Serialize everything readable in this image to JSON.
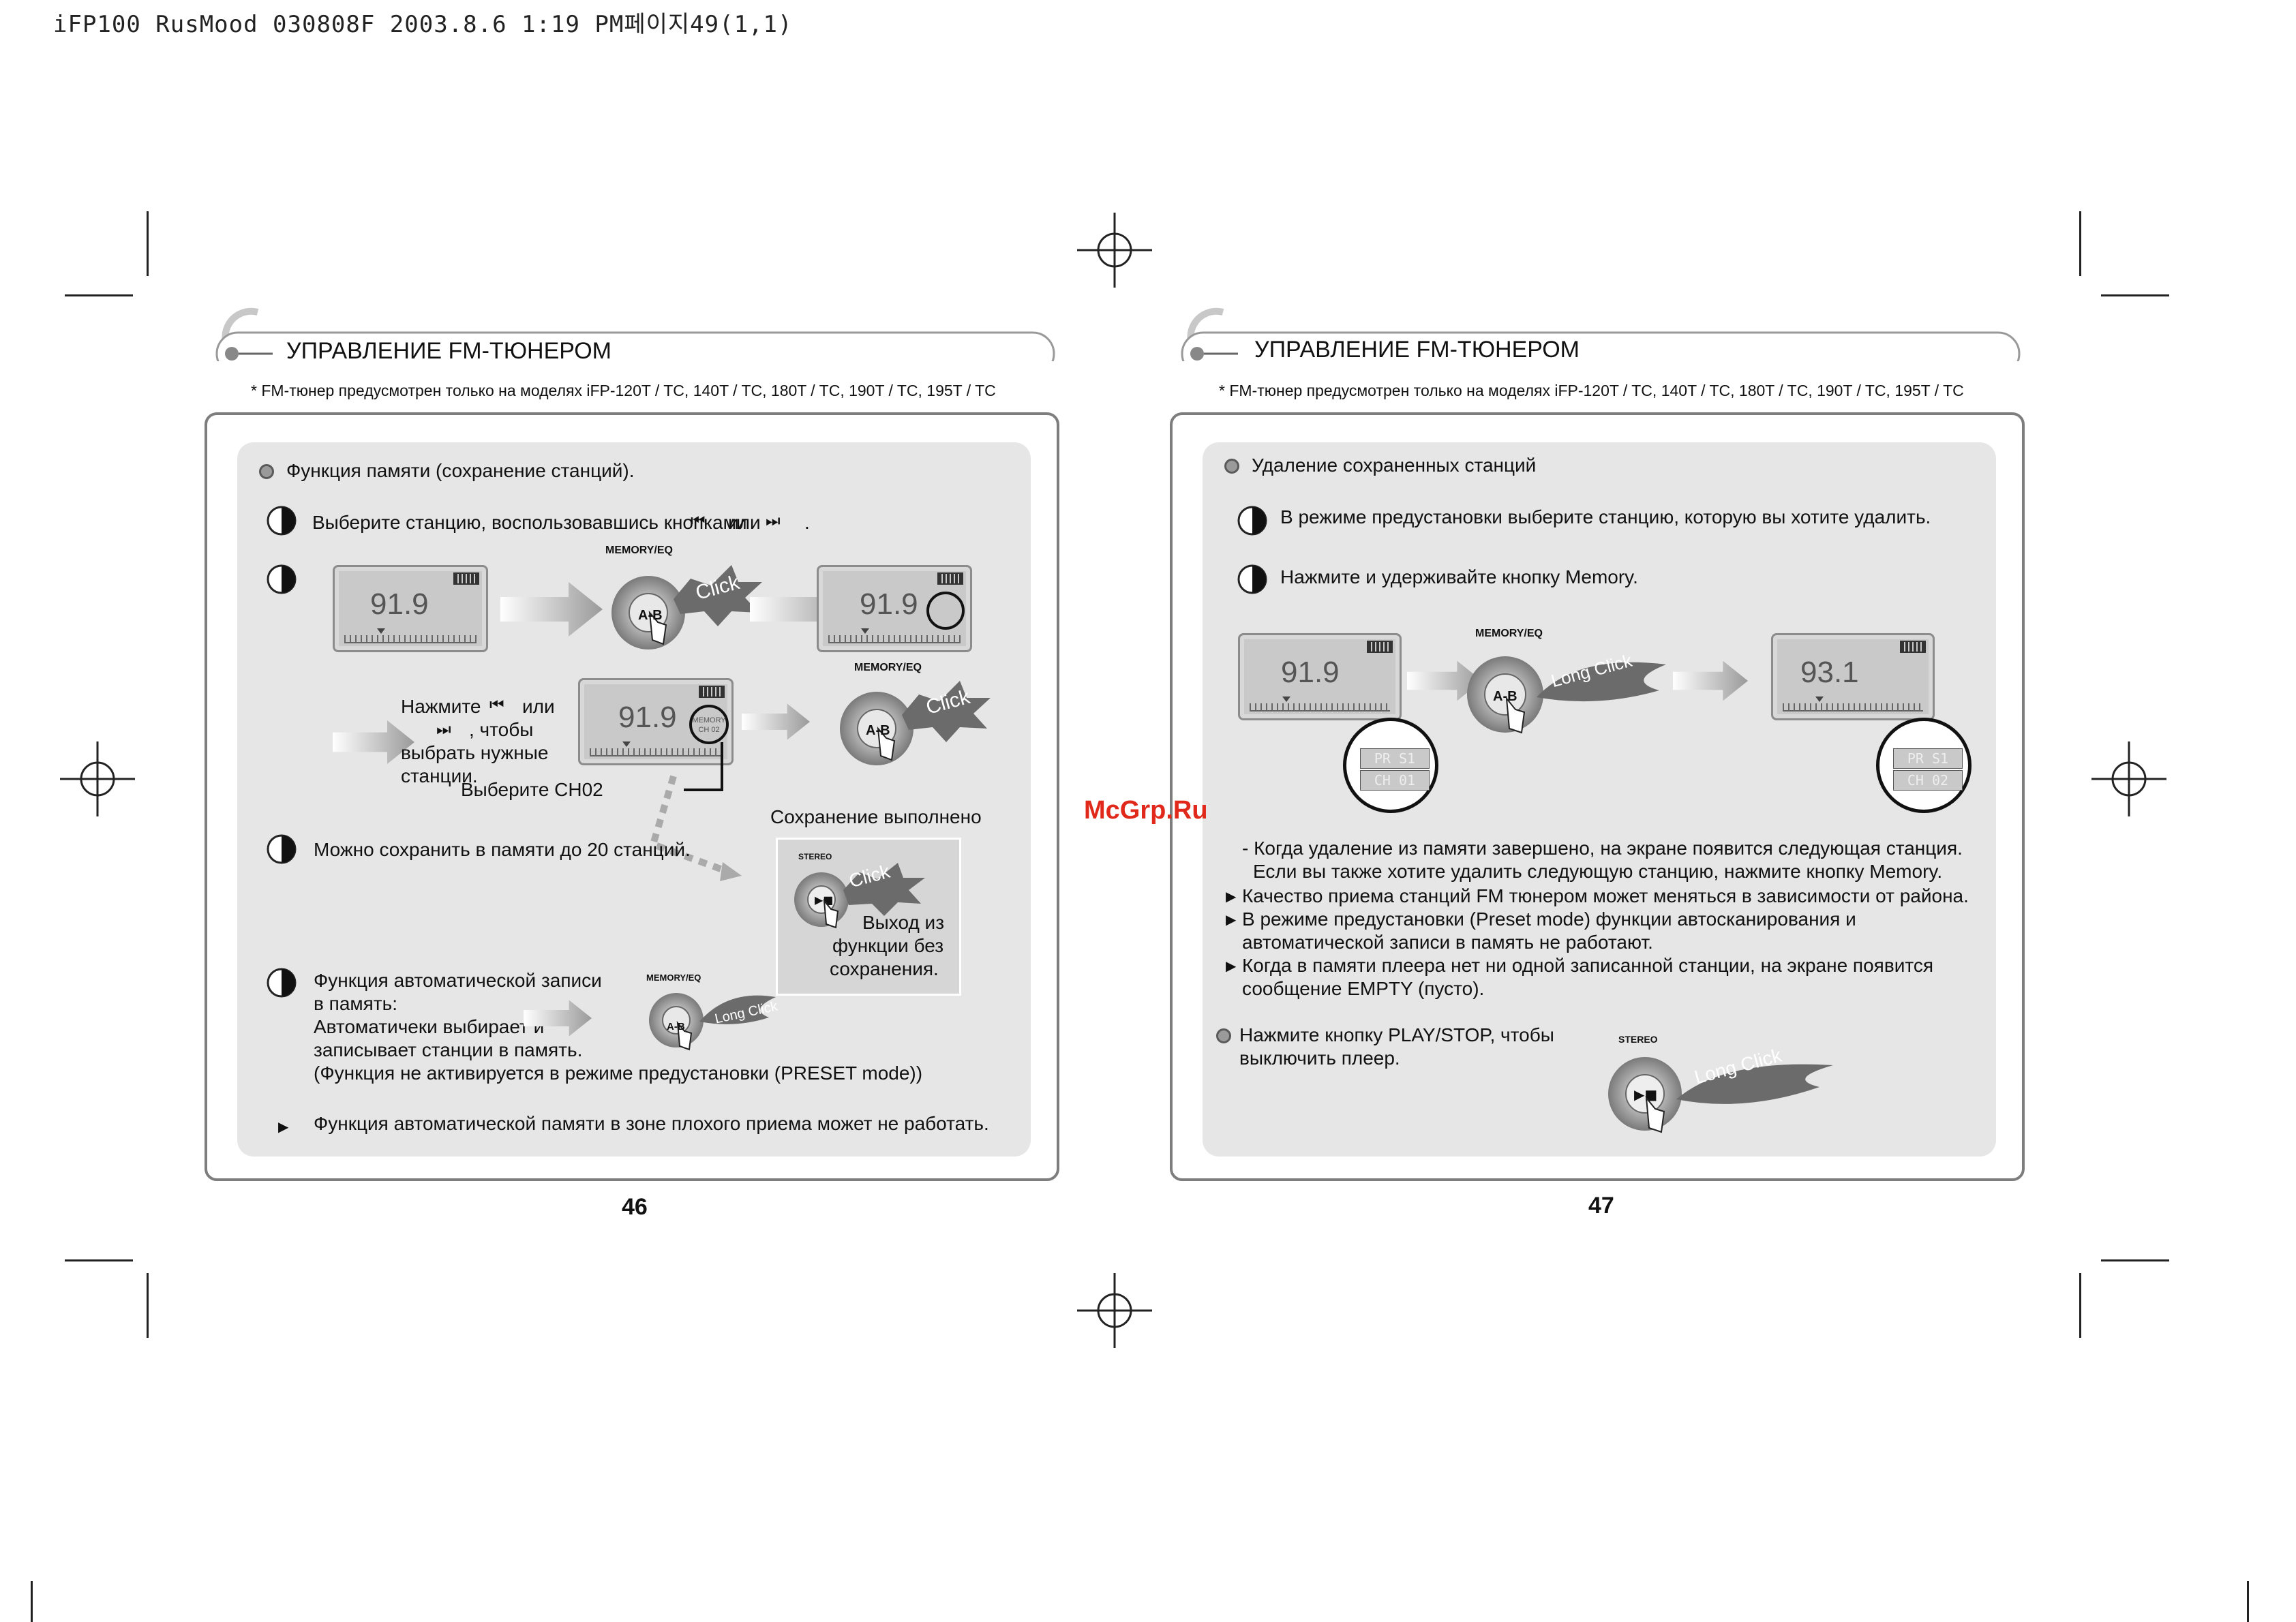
{
  "print_header": "iFP100 RusMood 030808F 2003.8.6 1:19 PM페이지49(1,1)",
  "watermark": "McGrp.Ru",
  "left_page": {
    "title": "УПРАВЛЕНИЕ FM-ТЮНЕРОМ",
    "note": "* FM-тюнер предусмотрен только на моделях iFP-120T / TC, 140T / TC, 180T / TC, 190T / TC, 195T / TC",
    "section_title": "Функция памяти (сохранение станций).",
    "step1_a": "Выберите станцию, воспользовавшись кнопками",
    "step1_or": "или",
    "step1_dot": ".",
    "lcd1_freq": "91.9",
    "lcd2_freq": "91.9",
    "lcd3_freq": "91.9",
    "lcd3_mem": "MEMORY",
    "lcd3_ch": "CH 02",
    "memory_eq_1": "MEMORY/EQ",
    "memory_eq_2": "MEMORY/EQ",
    "memory_eq_3": "MEMORY/EQ",
    "btn_ab": "A-B",
    "click": "Click",
    "long_click": "Long Click",
    "press_a": "Нажмите",
    "press_or": "или",
    "press_b": ", чтобы",
    "press_c": "выбрать нужные",
    "press_d": "станции.",
    "select_ch": "Выберите CH02",
    "saved": "Сохранение выполнено",
    "step3": "Можно сохранить в памяти до 20 станций.",
    "stereo": "STEREO",
    "exit_a": "Выход из",
    "exit_b": "функции без",
    "exit_c": "сохранения.",
    "auto_a": "Функция автоматической записи",
    "auto_b": "в память:",
    "auto_c": "Автоматичеки выбирает и",
    "auto_d": "записывает станции в память.",
    "auto_e": "(Функция не активируется в режиме предустановки (PRESET mode))",
    "weak": "Функция автоматической памяти в зоне плохого приема может не работать.",
    "page_number": "46"
  },
  "right_page": {
    "title": "УПРАВЛЕНИЕ FM-ТЮНЕРОМ",
    "note": "* FM-тюнер предусмотрен только на моделях iFP-120T / TC, 140T / TC, 180T / TC, 190T / TC, 195T / TC",
    "section_title": "Удаление сохраненных станций",
    "step1": "В режиме предустановки выберите станцию, которую вы хотите удалить.",
    "step2": "Нажмите и удерживайте кнопку Memory.",
    "memory_eq": "MEMORY/EQ",
    "btn_ab": "A-B",
    "long_click": "Long Click",
    "lcd1_freq": "91.9",
    "lcd2_freq": "93.1",
    "zoom1_r1": "PR S1",
    "zoom1_r2": "CH 01",
    "zoom2_r1": "PR S1",
    "zoom2_r2": "CH 02",
    "dash_a": "- Когда удаление из памяти завершено, на экране появится следующая станция.",
    "dash_b": "Если вы также хотите удалить следующую станцию, нажмите кнопку Memory.",
    "tri1": "Качество приема станций FM тюнером может меняться в зависимости от района.",
    "tri2_a": "В режиме предустановки (Preset mode) функции автосканирования и",
    "tri2_b": "автоматической записи в память не работают.",
    "tri3_a": "Когда в памяти плеера нет ни одной записанной станции, на экране появится",
    "tri3_b": "сообщение EMPTY (пусто).",
    "stop_a": "Нажмите кнопку PLAY/STOP, чтобы",
    "stop_b": "выключить плеер.",
    "stereo": "STEREO",
    "page_number": "47"
  }
}
